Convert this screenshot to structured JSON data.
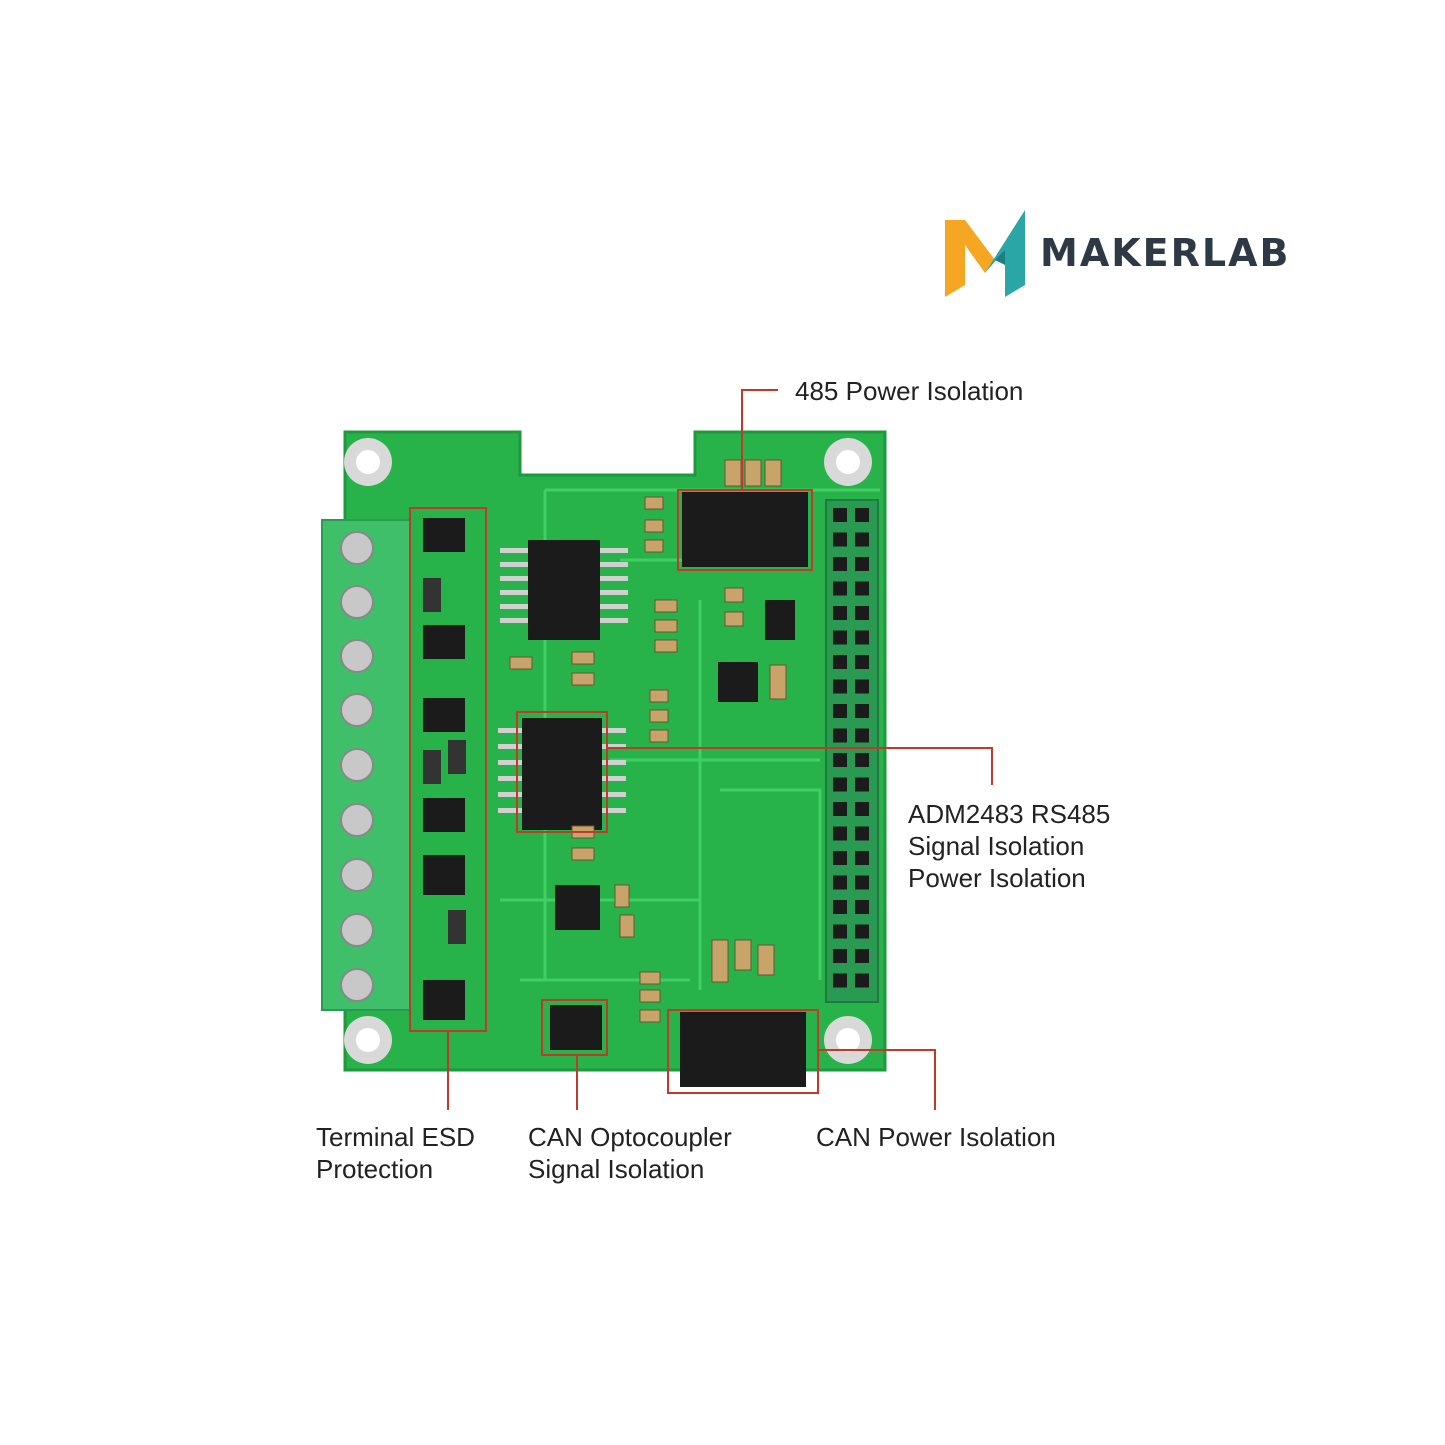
{
  "brand": {
    "name": "MAKERLAB",
    "colors": {
      "orange": "#f5a623",
      "teal": "#2aa6a6",
      "dark": "#2d3a45"
    }
  },
  "callouts": {
    "power_485": {
      "lines": [
        "485 Power Isolation"
      ]
    },
    "adm2483": {
      "lines": [
        "ADM2483 RS485",
        "Signal Isolation",
        "Power Isolation"
      ]
    },
    "terminal_esd": {
      "lines": [
        "Terminal ESD",
        "Protection"
      ]
    },
    "can_opto": {
      "lines": [
        "CAN Optocoupler",
        "Signal Isolation"
      ]
    },
    "can_power": {
      "lines": [
        "CAN Power Isolation"
      ]
    }
  },
  "colors": {
    "pcb": "#27b34a",
    "pcb_dark": "#1e9a3c",
    "terminal": "#3fbf6a",
    "chip": "#1b1b1b",
    "callout_line": "#c0392b"
  }
}
